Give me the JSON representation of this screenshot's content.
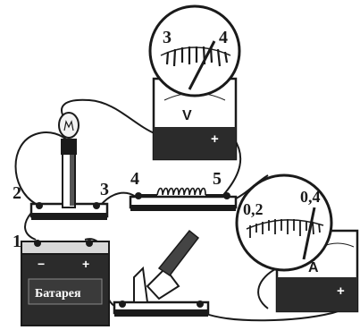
{
  "diagram": {
    "terminal_numbers": [
      "1",
      "2",
      "3",
      "4",
      "5"
    ],
    "voltmeter": {
      "scale_labels": [
        "3",
        "4"
      ],
      "unit": "V",
      "plus": "+"
    },
    "ammeter": {
      "scale_labels": [
        "0,2",
        "0,4"
      ],
      "unit": "A",
      "plus": "+"
    },
    "battery": {
      "label": "Батарея",
      "minus": "−",
      "plus": "+"
    },
    "colors": {
      "ink": "#1a1a1a",
      "panel_dark": "#2b2b2b",
      "paper": "#ffffff",
      "bulb_glass": "#f2f2f2"
    }
  }
}
